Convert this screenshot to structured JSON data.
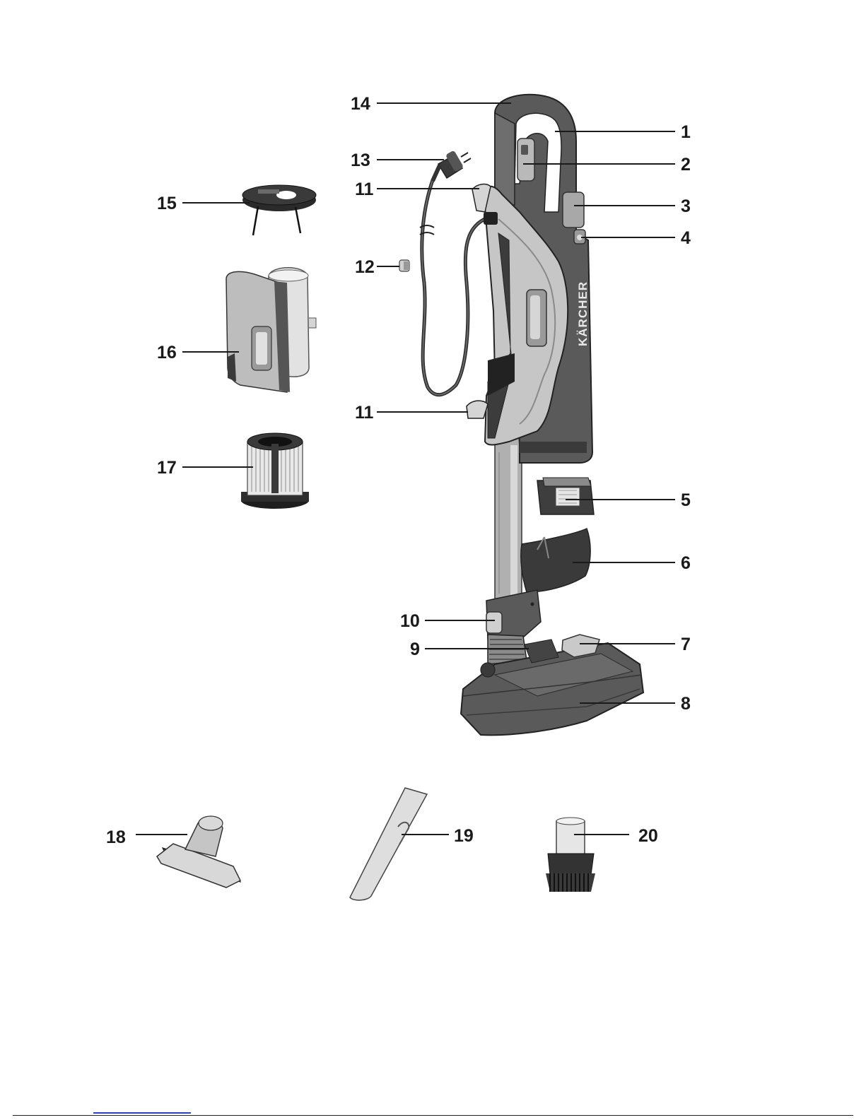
{
  "figure": {
    "brand": "KÄRCHER",
    "callouts": [
      "1",
      "2",
      "3",
      "4",
      "5",
      "6",
      "7",
      "8",
      "9",
      "10",
      "11",
      "11",
      "12",
      "13",
      "14",
      "15",
      "16",
      "17",
      "18",
      "19",
      "20"
    ]
  },
  "colors": {
    "body_dark": "#5a5a5a",
    "body_mid": "#7d7d7d",
    "body_light": "#b8b8b8",
    "shell_light": "#c9c9c9",
    "outline": "#2a2a2a",
    "footer_link": "#2b3fc7"
  }
}
